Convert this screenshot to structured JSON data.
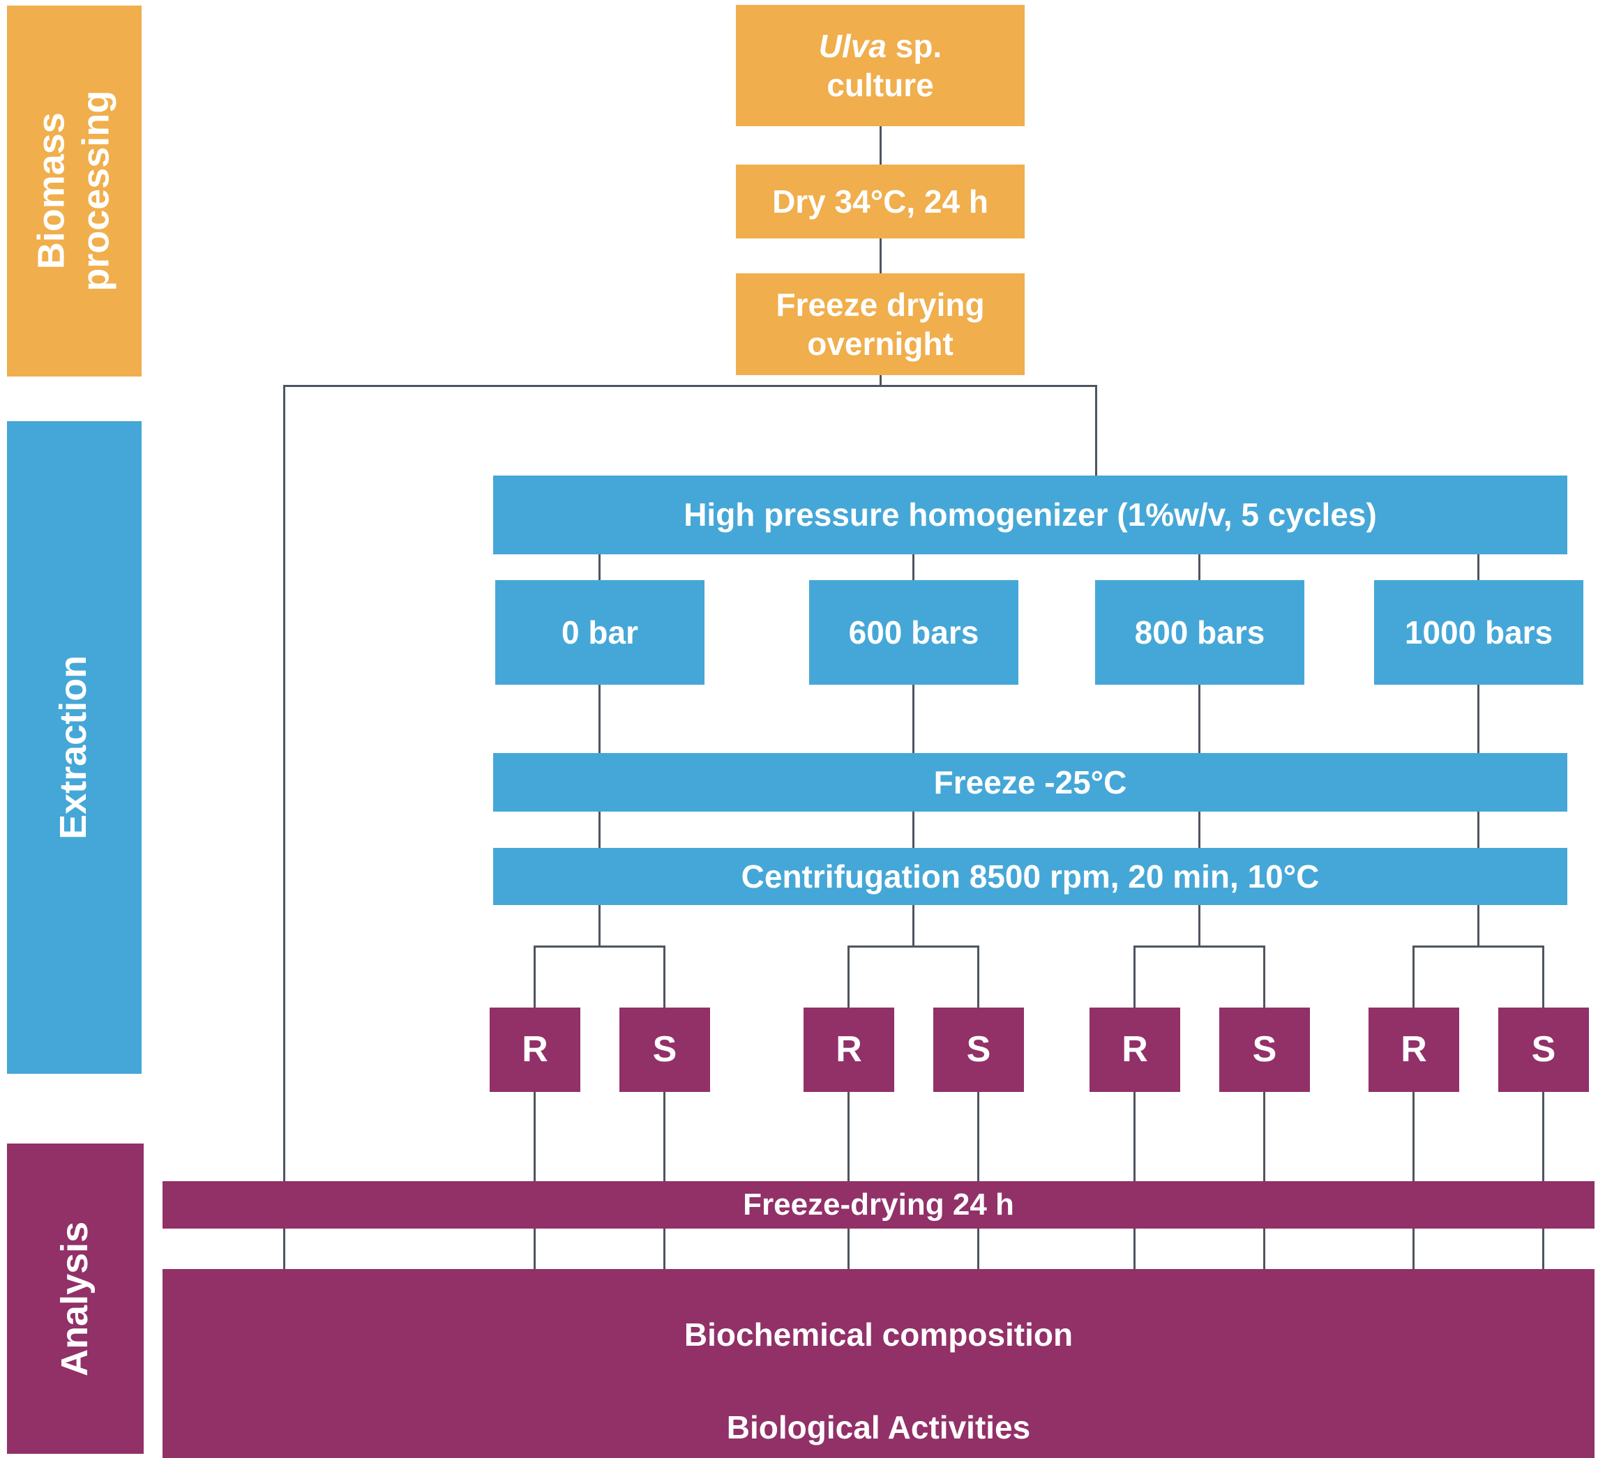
{
  "palette": {
    "orange": "#F0AE4C",
    "blue": "#45A7D7",
    "purple": "#923068",
    "line": "#4E555E",
    "text": "#FFFFFF",
    "background": "#FFFFFF"
  },
  "sidebar": {
    "biomass": "Biomass\nprocessing",
    "extraction": "Extraction",
    "analysis": "Analysis"
  },
  "biomass_flow": {
    "ulva_species": "Ulva",
    "ulva_rest": " sp.",
    "ulva_line2": "culture",
    "dry": "Dry 34°C, 24 h",
    "freeze_overnight": "Freeze drying\novernight"
  },
  "extraction_flow": {
    "homogenizer": "High pressure homogenizer (1%w/v, 5 cycles)",
    "pressures": [
      "0 bar",
      "600 bars",
      "800 bars",
      "1000 bars"
    ],
    "freeze": "Freeze -25°C",
    "centrifugation": "Centrifugation 8500 rpm, 20 min, 10°C",
    "fraction_r": "R",
    "fraction_s": "S"
  },
  "analysis_flow": {
    "freeze_drying": "Freeze-drying 24 h",
    "outcome_line1": "Biochemical composition",
    "outcome_line2": "Biological Activities"
  }
}
